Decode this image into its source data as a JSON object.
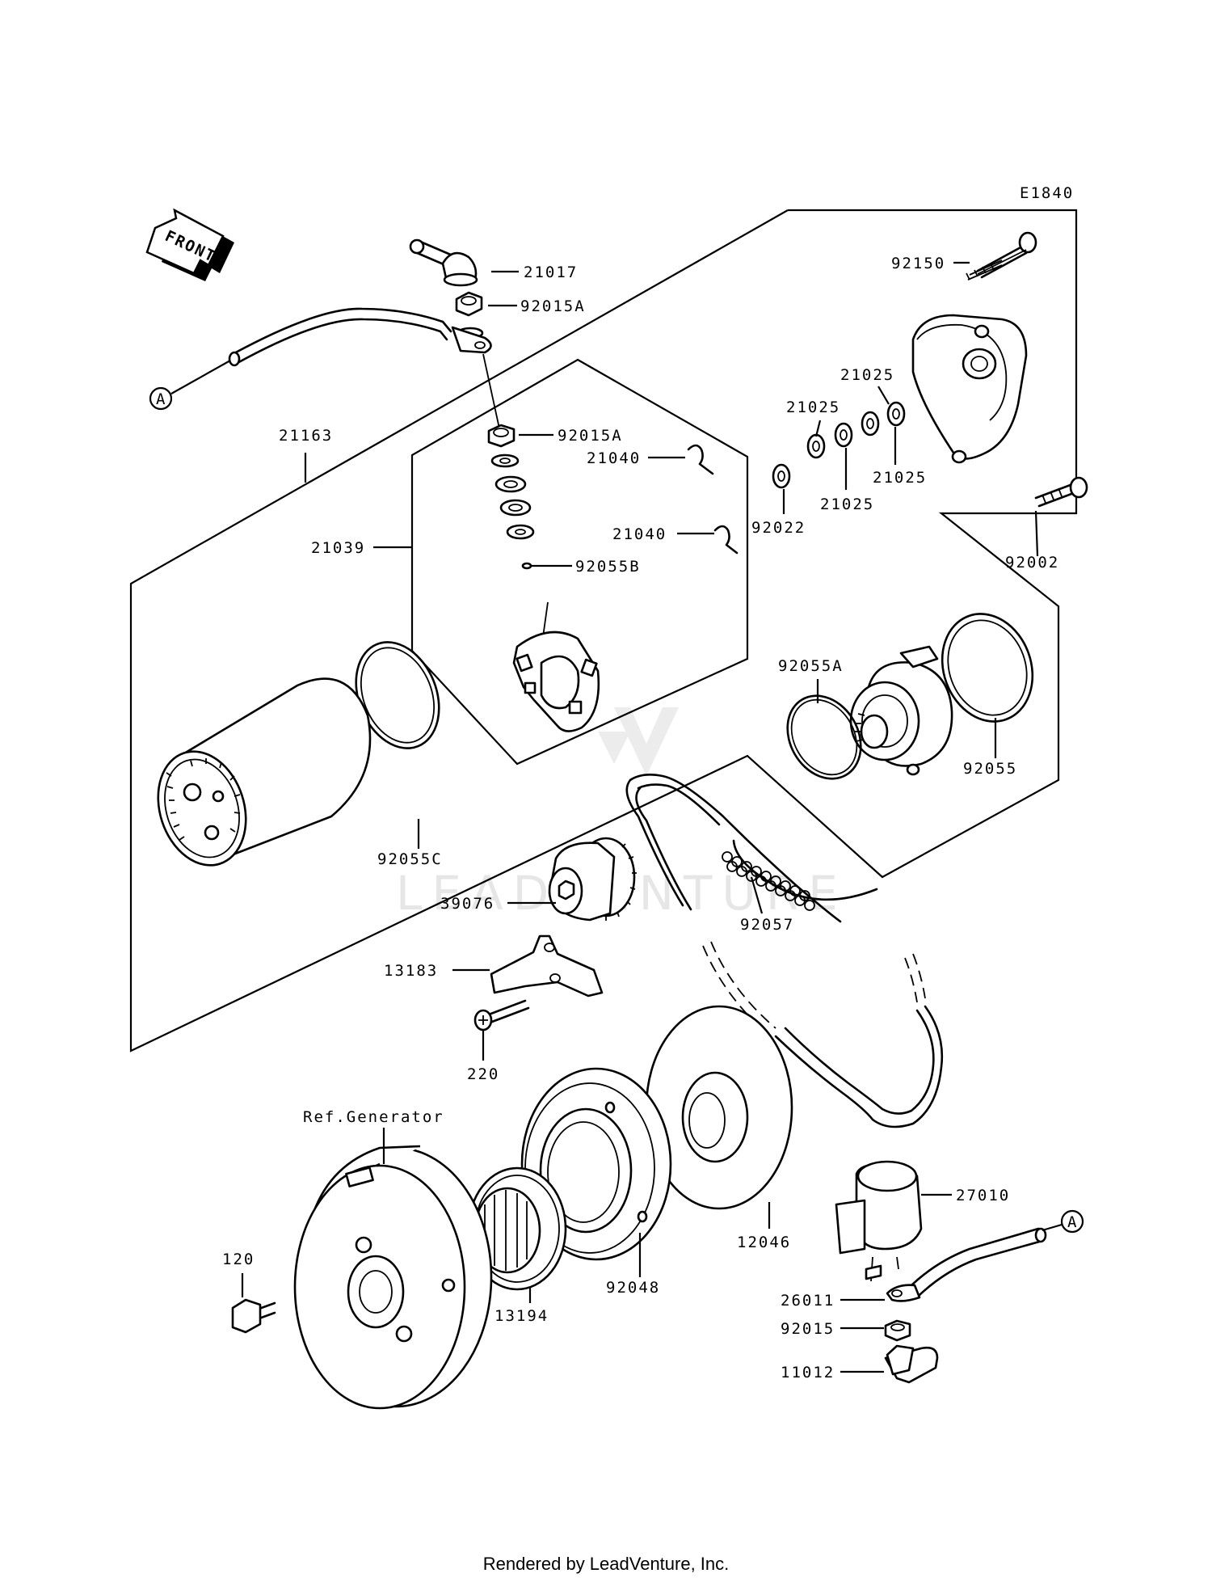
{
  "diagram_code": "E1840",
  "front_label": "FRONT",
  "connector_mark": "A",
  "parts": {
    "p21017": "21017",
    "p92015A_top": "92015A",
    "p92015A_mid": "92015A",
    "p21163": "21163",
    "p21039": "21039",
    "p21040_a": "21040",
    "p21040_b": "21040",
    "p92055B": "92055B",
    "p92150": "92150",
    "p21025_a": "21025",
    "p21025_b": "21025",
    "p21025_c": "21025",
    "p21025_d": "21025",
    "p92022": "92022",
    "p92002": "92002",
    "p92055A": "92055A",
    "p92055": "92055",
    "p92055C": "92055C",
    "p39076": "39076",
    "p92057": "92057",
    "p13183": "13183",
    "p220": "220",
    "p12046": "12046",
    "p27010": "27010",
    "p26011": "26011",
    "p92015": "92015",
    "p11012": "11012",
    "p120": "120",
    "p13194": "13194",
    "p92048": "92048",
    "ref_generator": "Ref.Generator"
  },
  "footer": "Rendered by LeadVenture, Inc.",
  "watermark": "LEADVENTURE"
}
